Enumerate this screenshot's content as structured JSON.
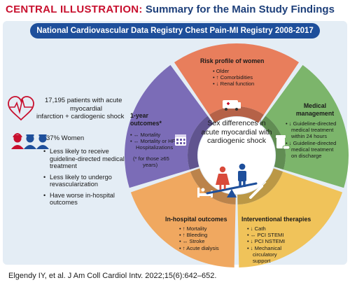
{
  "header": {
    "label": "CENTRAL ILLUSTRATION:",
    "title": "Summary for the Main Study Findings"
  },
  "banner": {
    "text": "National Cardiovascular Data Registry Chest Pain-MI Registry 2008-2017"
  },
  "patients": {
    "line1": "17,195 patients with acute",
    "line2": "myocardial",
    "line3": "infarction + cardiogenic shock"
  },
  "women": {
    "percent": "37% Women",
    "points": [
      "Less likely to receive guideline-directed medical treatment",
      "Less likely to undergo revascularization",
      "Have worse in-hospital outcomes"
    ]
  },
  "center": {
    "line1": "Sex differences in",
    "line2": "acute myocardial with",
    "line3": "cardiogenic shock"
  },
  "segments": {
    "risk": {
      "title": "Risk profile of women",
      "items": [
        "• Older",
        "• ↑ Comorbidities",
        "• ↓ Renal function"
      ],
      "color": "#e87e5c"
    },
    "medical": {
      "title1": "Medical",
      "title2": "management",
      "items": [
        "• ↓ Guideline-directed",
        "medical treatment",
        "within 24 hours",
        "• ↓ Guideline-directed",
        "medical treatment",
        "on discharge"
      ],
      "color": "#7cb56b"
    },
    "interventional": {
      "title": "Interventional therapies",
      "items": [
        "• ↓ Cath",
        "• ↔ PCI STEMI",
        "• ↓ PCI NSTEMI",
        "• ↓ Mechanical",
        "circulatory",
        "support"
      ],
      "color": "#f0c35a"
    },
    "inhospital": {
      "title": "In-hospital outcomes",
      "items": [
        "• ↑ Mortality",
        "• ↑ Bleeding",
        "• ↔ Stroke",
        "• ↑ Acute dialysis"
      ],
      "color": "#f0a860"
    },
    "oneyear": {
      "title": "1-year outcomes*",
      "items": [
        "• ↔ Mortality",
        "• ↔ Mortality or HF",
        "Hospitalizations"
      ],
      "note1": "(* for those ≥65",
      "note2": "years)",
      "color": "#7b6cb7"
    }
  },
  "citation": "Elgendy IY, et al. J Am Coll Cardiol Intv. 2022;15(6):642–652.",
  "colors": {
    "red": "#c8102e",
    "navy": "#1d3f7a",
    "banner": "#1e4f9b",
    "panel": "#e4edf5"
  }
}
